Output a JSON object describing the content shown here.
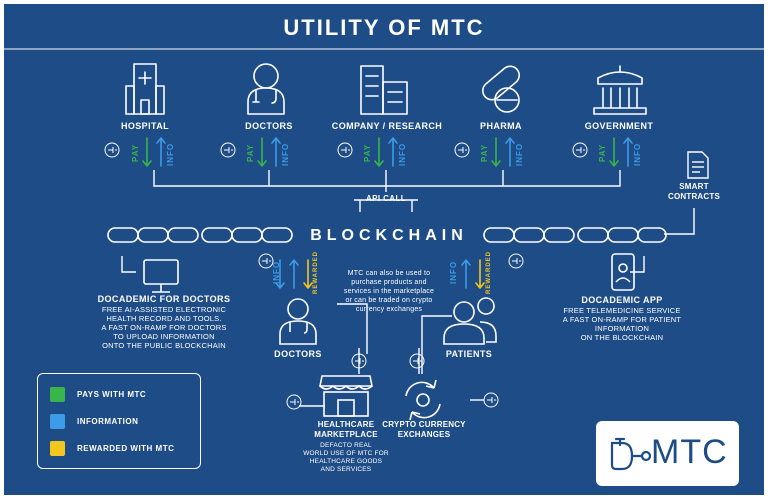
{
  "title": "UTILITY OF MTC",
  "entities": [
    {
      "label": "HOSPITAL",
      "icon": "hospital-icon"
    },
    {
      "label": "DOCTORS",
      "icon": "doctor-icon"
    },
    {
      "label": "COMPANY / RESEARCH",
      "icon": "building-icon"
    },
    {
      "label": "PHARMA",
      "icon": "pills-icon"
    },
    {
      "label": "GOVERNMENT",
      "icon": "government-icon"
    }
  ],
  "flow_labels": {
    "pay": "PAY",
    "info": "INFO",
    "rewarded": "REWARDED"
  },
  "api_call": "API CALL",
  "smart_contracts": "SMART\nCONTRACTS",
  "blockchain": "BLOCKCHAIN",
  "docademic_doctors": {
    "title": "DOCADEMIC FOR DOCTORS",
    "body": "FREE AI-ASSISTED ELECTRONIC\nHEALTH RECORD AND TOOLS.\nA FAST ON-RAMP FOR DOCTORS\nTO UPLOAD INFORMATION\nONTO THE PUBLIC BLOCKCHAIN"
  },
  "mtc_note": "MTC can also be used to\npurchase products and\nservices in the marketplace\nor can be traded on crypto\ncurrency exchanges",
  "docademic_app": {
    "title": "DOCADEMIC APP",
    "body": "FREE TELEMEDICINE SERVICE\nA FAST ON-RAMP FOR PATIENT\nINFORMATION\nON THE BLOCKCHAIN"
  },
  "doctors_label": "DOCTORS",
  "patients_label": "PATIENTS",
  "marketplace": {
    "title": "HEALTHCARE\nMARKETPLACE",
    "body": "DEFACTO REAL\nWORLD USE OF MTC FOR\nHEALTHCARE GOODS\nAND SERVICES"
  },
  "exchanges": "CRYPTO CURRENCY\nEXCHANGES",
  "legend": [
    {
      "label": "PAYS WITH MTC",
      "color": "#39b54a"
    },
    {
      "label": "INFORMATION",
      "color": "#3d9be9"
    },
    {
      "label": "REWARDED WITH MTC",
      "color": "#f3c71d"
    }
  ],
  "logo": {
    "text": "MTC"
  },
  "colors": {
    "background": "#1d4c86",
    "pay": "#39b54a",
    "info": "#3d9be9",
    "reward": "#f3c71d"
  }
}
